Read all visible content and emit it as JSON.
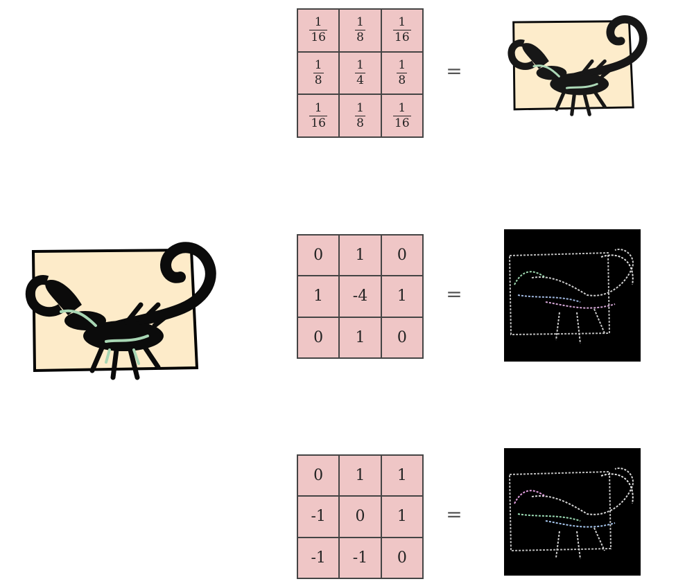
{
  "kernels": [
    {
      "cells": [
        {
          "num": "1",
          "den": "16"
        },
        {
          "num": "1",
          "den": "8"
        },
        {
          "num": "1",
          "den": "16"
        },
        {
          "num": "1",
          "den": "8"
        },
        {
          "num": "1",
          "den": "4"
        },
        {
          "num": "1",
          "den": "8"
        },
        {
          "num": "1",
          "den": "16"
        },
        {
          "num": "1",
          "den": "8"
        },
        {
          "num": "1",
          "den": "16"
        }
      ]
    },
    {
      "cells": [
        "0",
        "1",
        "0",
        "1",
        "-4",
        "1",
        "0",
        "1",
        "0"
      ]
    },
    {
      "cells": [
        "0",
        "1",
        "1",
        "-1",
        "0",
        "1",
        "-1",
        "-1",
        "0"
      ]
    }
  ],
  "equals_symbol": "=",
  "colors": {
    "kernel_fill": "#efc6c6",
    "scorpion_bg": "#fdebc9",
    "scorpion_body": "#0b0b0b",
    "scorpion_accent": "#a8d6b4"
  },
  "icons": {
    "input": "scorpion-clipart",
    "blurred": "blurred-scorpion",
    "laplacian": "laplacian-edge-map",
    "diagonal": "diagonal-edge-map"
  }
}
